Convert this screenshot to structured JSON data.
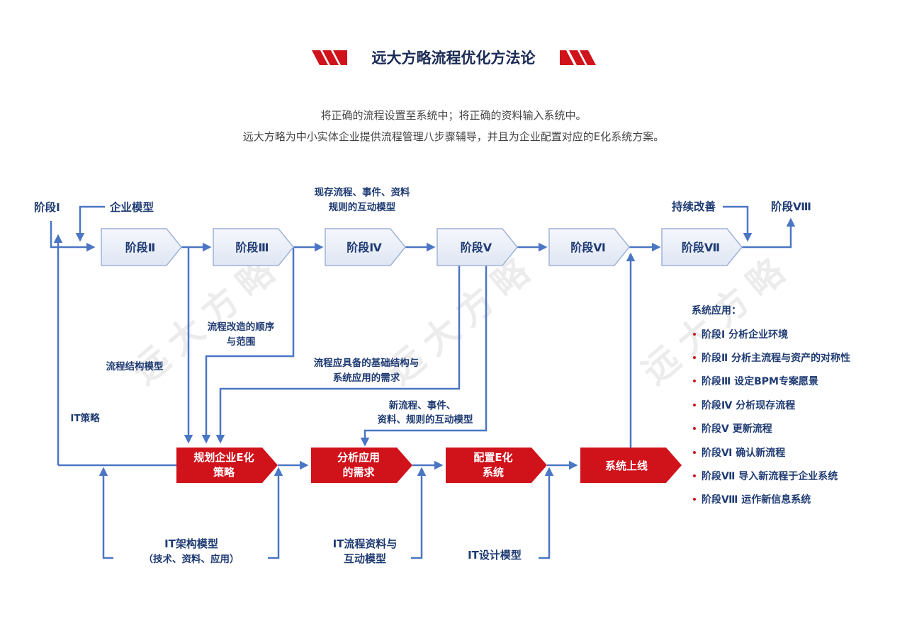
{
  "title": "远大方略流程优化方法论",
  "subtitle_lines": [
    "将正确的流程设置至系统中；将正确的资料输入系统中。",
    "远大方略为中小实体企业提供流程管理八步骤辅导，并且为企业配置对应的E化系统方案。"
  ],
  "top_labels": {
    "stage1": "阶段Ⅰ",
    "enterprise_model": "企业模型",
    "current_line1": "现存流程、事件、资料",
    "current_line2": "规则的互动模型",
    "continuous": "持续改善",
    "stage8": "阶段Ⅷ"
  },
  "stages": [
    "阶段Ⅱ",
    "阶段Ⅲ",
    "阶段Ⅳ",
    "阶段Ⅴ",
    "阶段Ⅵ",
    "阶段Ⅶ"
  ],
  "mid_labels": {
    "order_line1": "流程改造的顺序",
    "order_line2": "与范围",
    "structure_model": "流程结构模型",
    "basic_line1": "流程应具备的基础结构与",
    "basic_line2": "系统应用的需求",
    "it_strategy": "IT策略",
    "new_line1": "新流程、事件、",
    "new_line2": "资料、规则的互动模型"
  },
  "red_boxes": [
    {
      "line1": "规划企业E化",
      "line2": "策略"
    },
    {
      "line1": "分析应用",
      "line2": "的需求"
    },
    {
      "line1": "配置E化",
      "line2": "系统"
    },
    {
      "line1": "系统上线",
      "line2": ""
    }
  ],
  "bottom_labels": {
    "arch_line1": "IT架构模型",
    "arch_line2": "（技术、资料、应用）",
    "flow_line1": "IT流程资料与",
    "flow_line2": "互动模型",
    "design": "IT设计模型"
  },
  "legend": {
    "title": "系统应用：",
    "items": [
      "阶段Ⅰ 分析企业环境",
      "阶段Ⅱ 分析主流程与资产的对称性",
      "阶段Ⅲ 设定BPM专案愿景",
      "阶段Ⅳ 分析现存流程",
      "阶段Ⅴ 更新流程",
      "阶段Ⅵ 确认新流程",
      "阶段Ⅶ 导入新流程于企业系统",
      "阶段Ⅷ 运作新信息系统"
    ]
  },
  "watermark": "远大方略",
  "colors": {
    "line": "#4b76c4",
    "red": "#d0121b",
    "stage_fill": "#e9eef8",
    "text": "#1f3b73"
  }
}
